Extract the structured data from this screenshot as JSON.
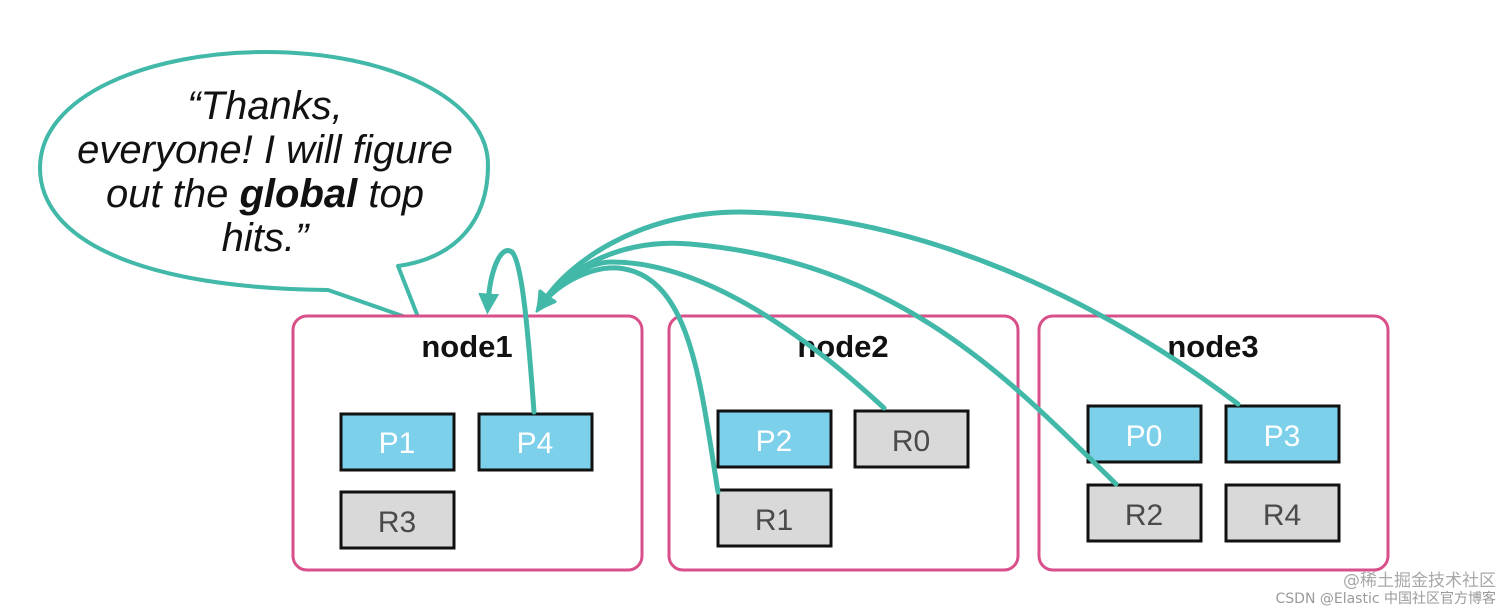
{
  "speech_bubble": {
    "line1": "“Thanks,",
    "line2": "everyone! I will figure",
    "line3_before": "out the ",
    "line3_bold": "global",
    "line3_after": " top",
    "line4": "hits.”"
  },
  "nodes": [
    {
      "name": "node1",
      "shards": [
        {
          "label": "P1",
          "kind": "primary"
        },
        {
          "label": "P4",
          "kind": "primary"
        },
        {
          "label": "R3",
          "kind": "replica"
        }
      ]
    },
    {
      "name": "node2",
      "shards": [
        {
          "label": "P2",
          "kind": "primary"
        },
        {
          "label": "R0",
          "kind": "replica"
        },
        {
          "label": "R1",
          "kind": "replica"
        }
      ]
    },
    {
      "name": "node3",
      "shards": [
        {
          "label": "P0",
          "kind": "primary"
        },
        {
          "label": "P3",
          "kind": "primary"
        },
        {
          "label": "R2",
          "kind": "replica"
        },
        {
          "label": "R4",
          "kind": "replica"
        }
      ]
    }
  ],
  "arrows_to_coordinator": [
    {
      "from_shard": "P4",
      "to_node": "node1"
    },
    {
      "from_shard": "R1",
      "to_node": "node1"
    },
    {
      "from_shard": "R0",
      "to_node": "node1"
    },
    {
      "from_shard": "R2",
      "to_node": "node1"
    },
    {
      "from_shard": "P3",
      "to_node": "node1"
    }
  ],
  "colors": {
    "node_border": "#d94f8a",
    "primary_fill": "#7dd0ea",
    "replica_fill": "#d9d9d9",
    "shard_border": "#111111",
    "arrow": "#41b8a8",
    "bubble_border": "#41b8a8"
  },
  "watermark": {
    "line1": "@稀土掘金技术社区",
    "line2": "CSDN @Elastic 中国社区官方博客"
  }
}
